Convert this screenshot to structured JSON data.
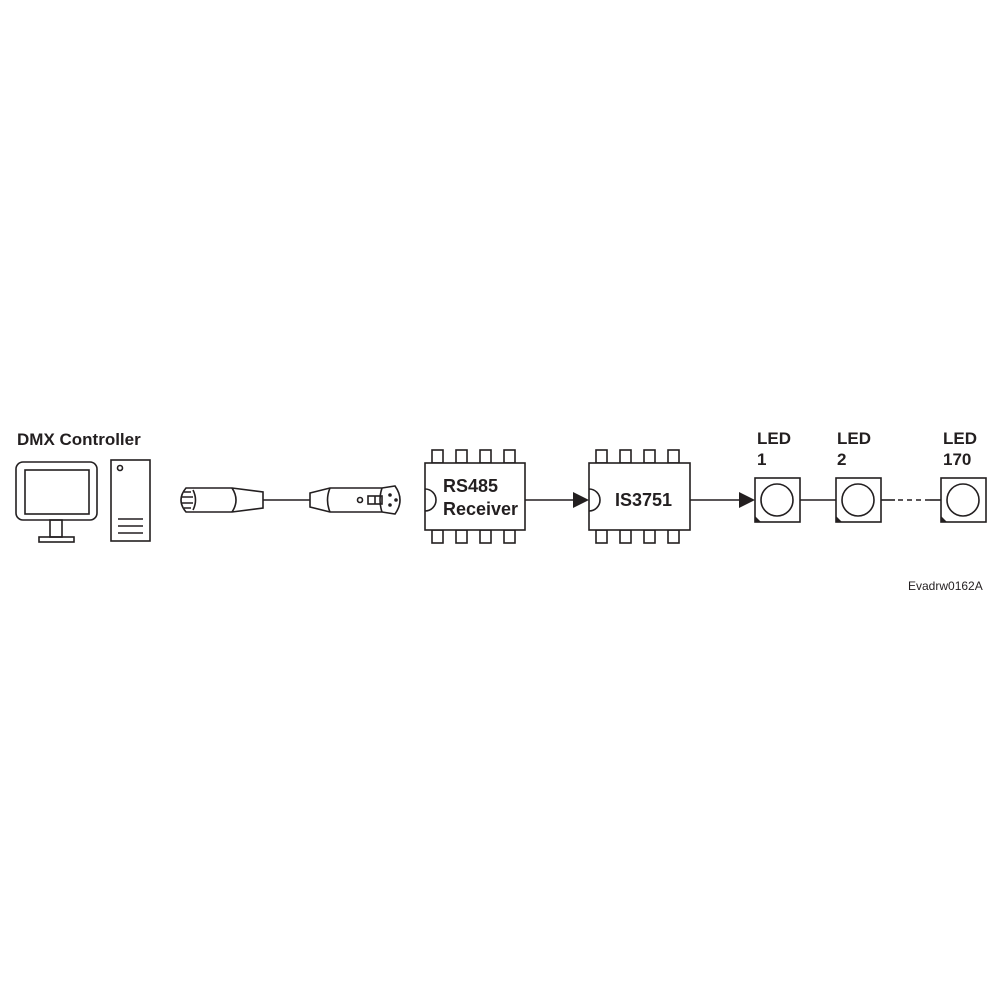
{
  "controller": {
    "label": "DMX Controller"
  },
  "chips": [
    {
      "line1": "RS485",
      "line2": "Receiver"
    },
    {
      "line1": "IS3751"
    }
  ],
  "leds": [
    {
      "line1": "LED",
      "line2": "1"
    },
    {
      "line1": "LED",
      "line2": "2"
    },
    {
      "line1": "LED",
      "line2": "170"
    }
  ],
  "reference": "Evadrw0162A",
  "colors": {
    "stroke": "#231f20",
    "background": "#ffffff"
  }
}
